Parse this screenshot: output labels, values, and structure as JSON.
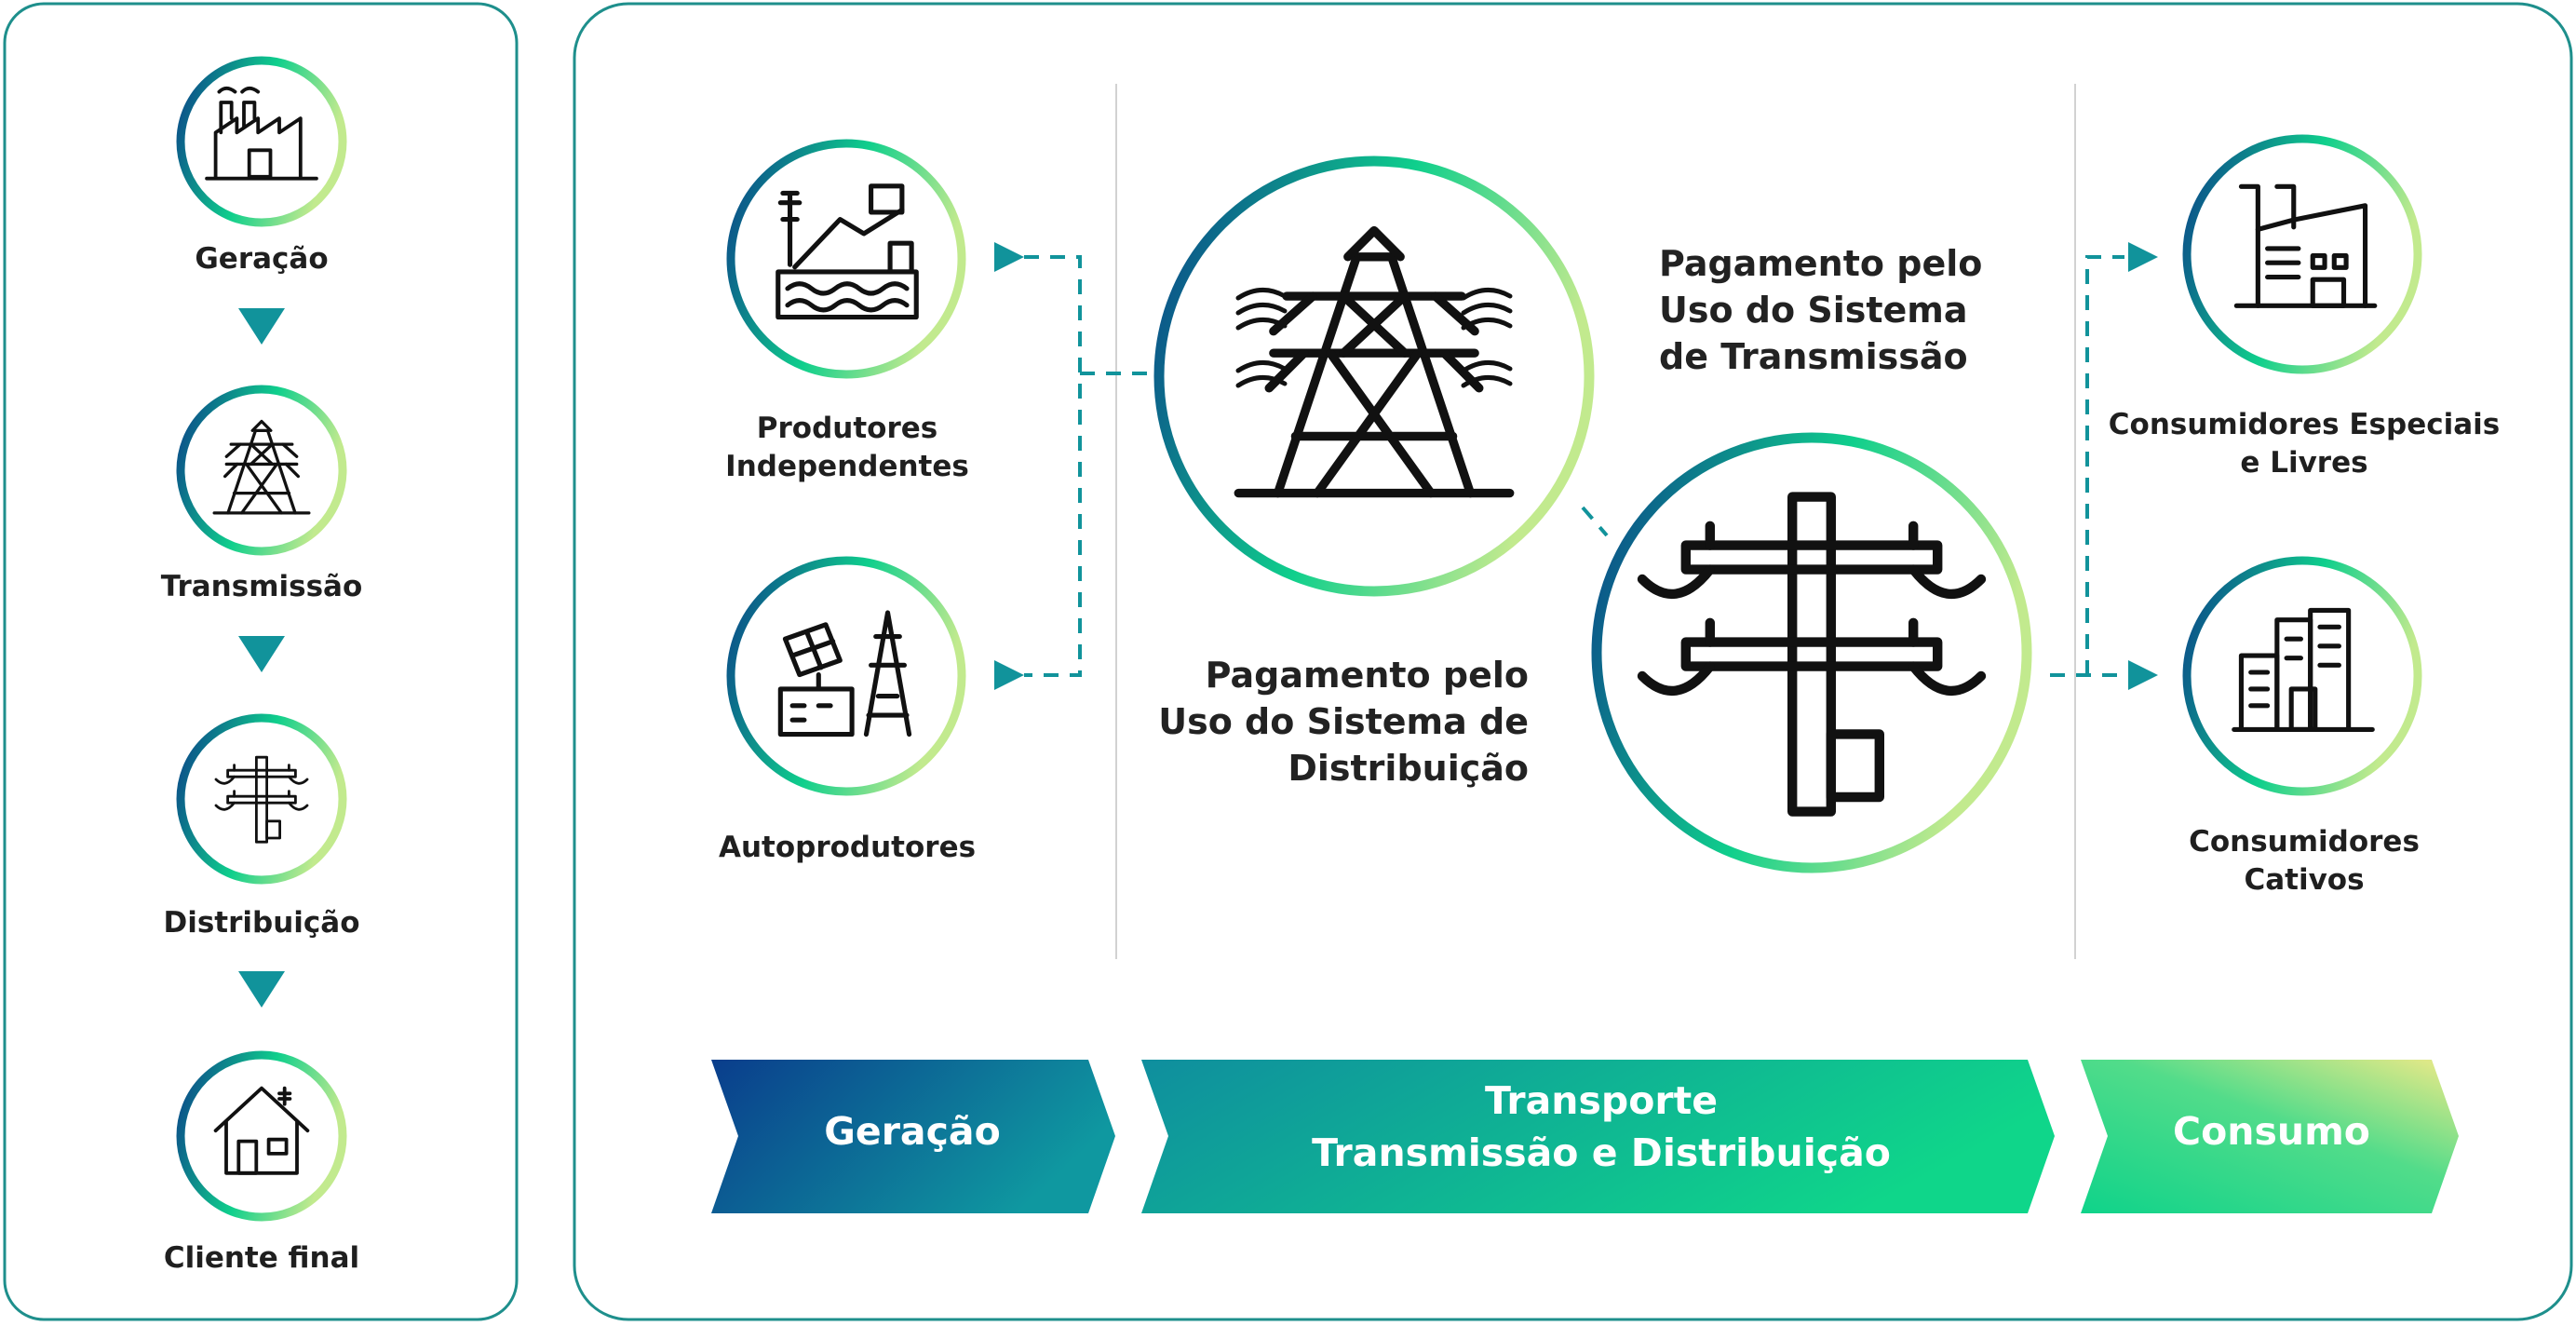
{
  "colors": {
    "teal": "#11939b",
    "navy": "#0a3d8c",
    "green": "#0fd38a",
    "lime": "#b8e890",
    "panel_border": "#1e8f8c"
  },
  "left_panel": {
    "steps": [
      {
        "label": "Geração",
        "icon": "factory-icon"
      },
      {
        "label": "Transmissão",
        "icon": "transmission-tower-icon"
      },
      {
        "label": "Distribuição",
        "icon": "utility-pole-icon"
      },
      {
        "label": "Cliente final",
        "icon": "house-icon"
      }
    ]
  },
  "producers": {
    "independentes": {
      "line1": "Produtores",
      "line2": "Independentes",
      "icon": "hydro-plant-icon"
    },
    "autoprodutores": {
      "label": "Autoprodutores",
      "icon": "solar-plant-icon"
    }
  },
  "payments": {
    "transmissao": {
      "line1": "Pagamento pelo",
      "line2": "Uso do Sistema",
      "line3": "de Transmissão",
      "icon": "transmission-tower-icon"
    },
    "distribuicao": {
      "line1": "Pagamento pelo",
      "line2": "Uso do Sistema de",
      "line3": "Distribuição",
      "icon": "utility-pole-icon"
    }
  },
  "consumers": {
    "especiais": {
      "line1": "Consumidores Especiais",
      "line2": "e Livres",
      "icon": "industry-icon"
    },
    "cativos": {
      "line1": "Consumidores",
      "line2": "Cativos",
      "icon": "buildings-icon"
    }
  },
  "bands": {
    "geracao": "Geração",
    "transporte": {
      "line1": "Transporte",
      "line2": "Transmissão e Distribuição"
    },
    "consumo": "Consumo"
  }
}
